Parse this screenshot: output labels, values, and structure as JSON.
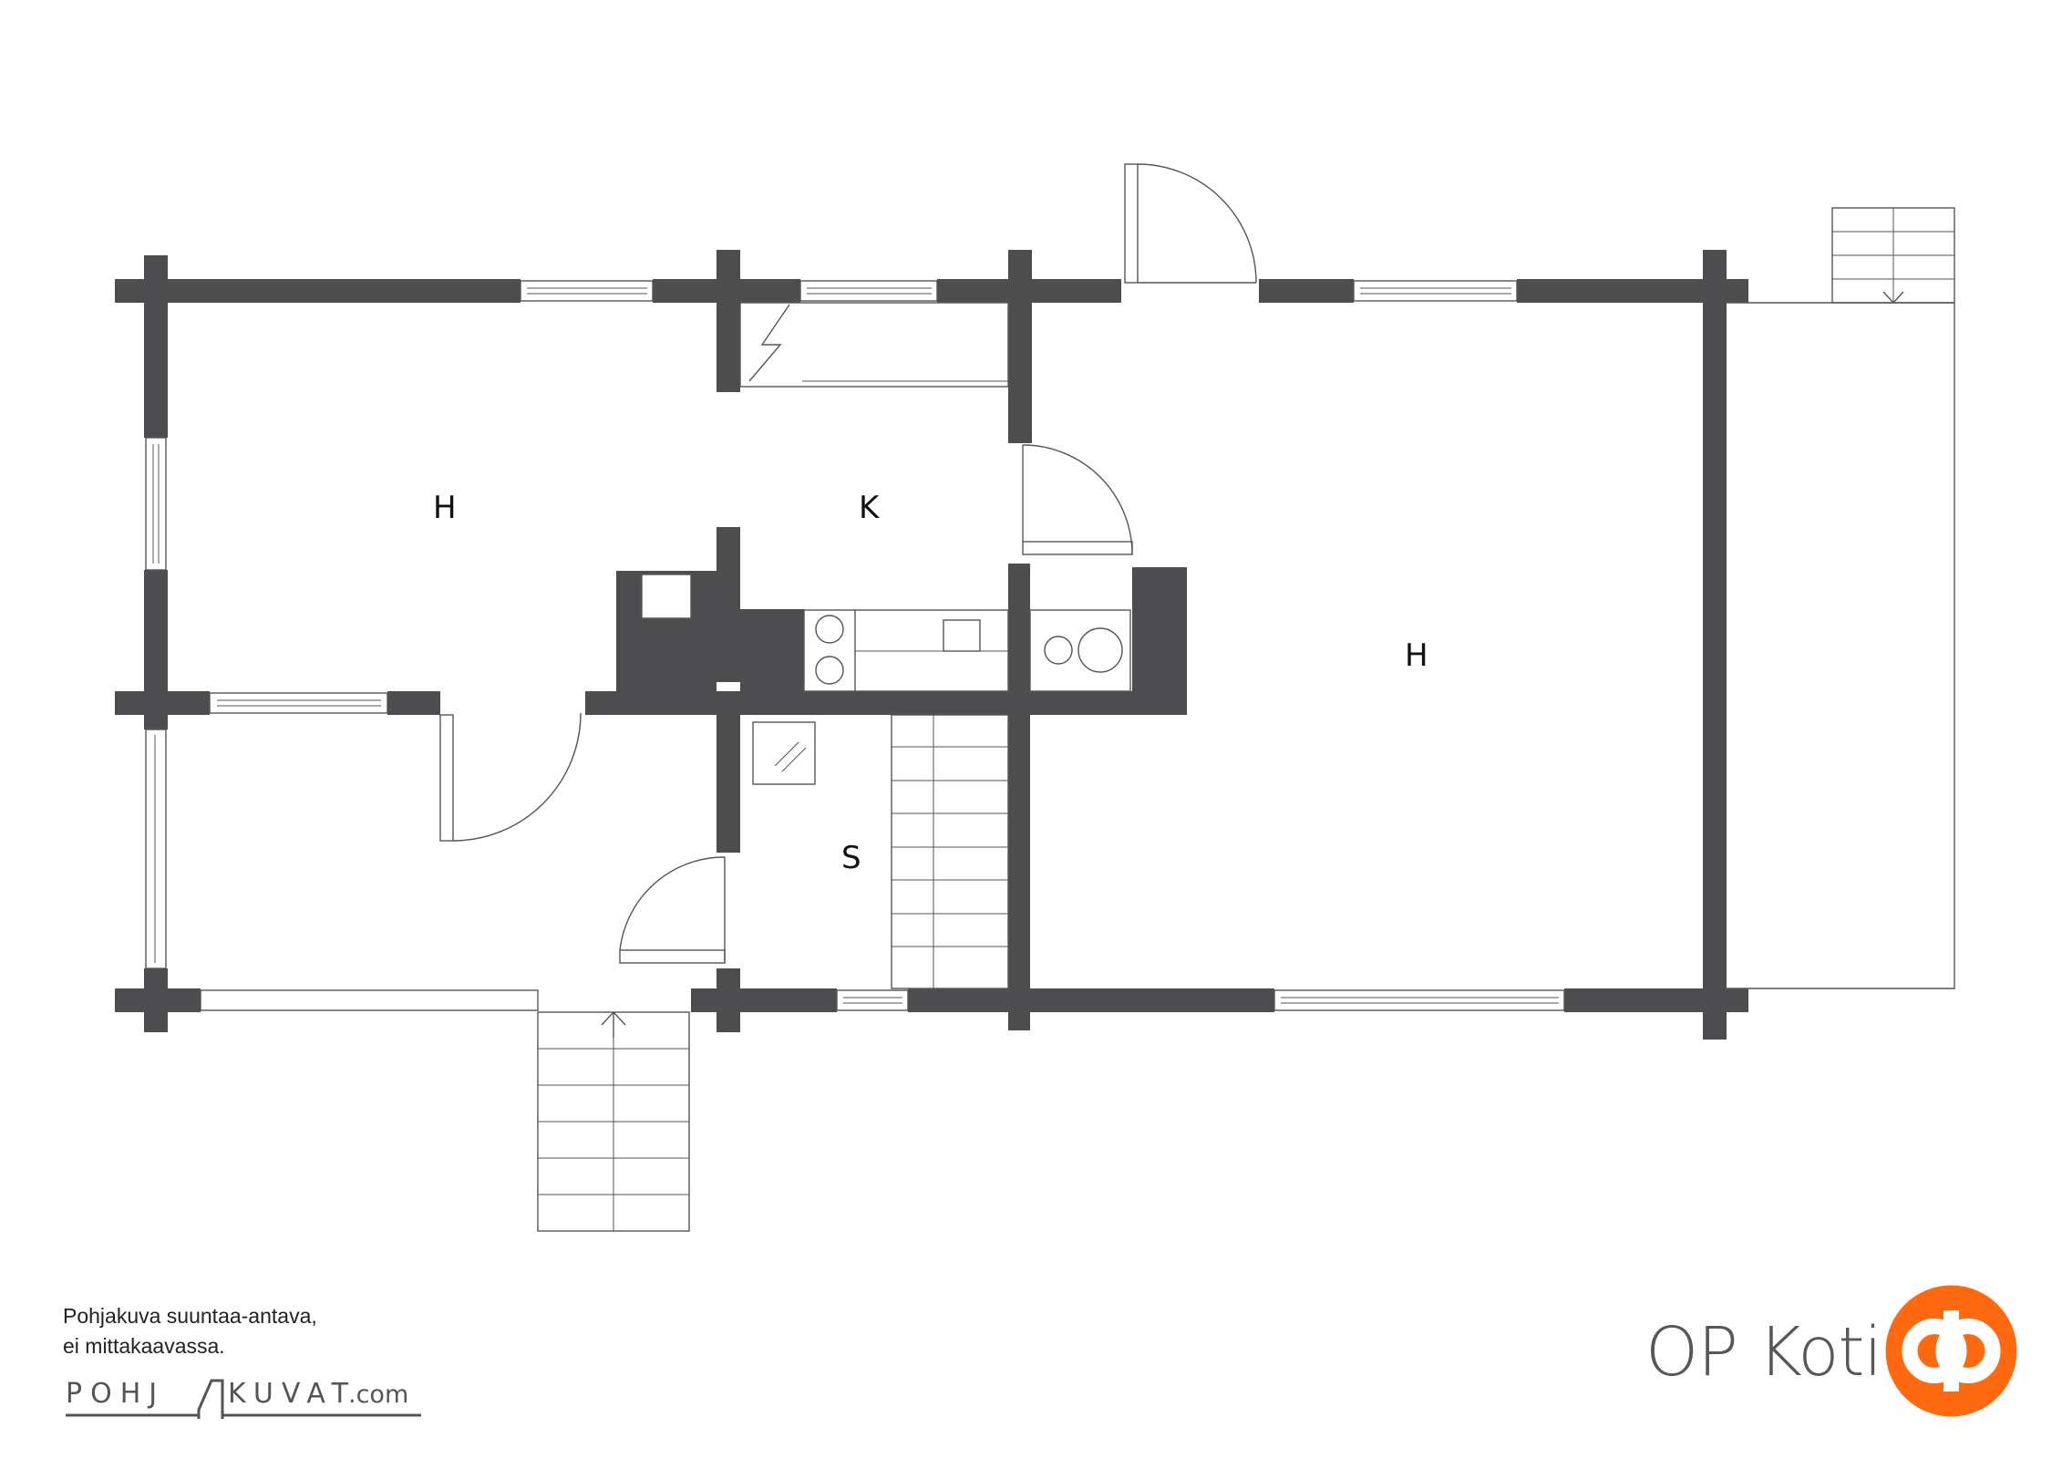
{
  "rooms": [
    {
      "id": "living-left",
      "label": "H"
    },
    {
      "id": "kitchen",
      "label": "K"
    },
    {
      "id": "bedroom-right",
      "label": "H"
    },
    {
      "id": "sauna",
      "label": "S"
    }
  ],
  "disclaimer": {
    "line1": "Pohjakuva suuntaa-antava,",
    "line2": "ei mittakaavassa."
  },
  "pohjakuvat_logo": {
    "part1": "POHJ",
    "part2": "KUVAT",
    "domain": ".com"
  },
  "brand": {
    "wordmark": "OP Koti",
    "symbol_color": "#ff6a10"
  },
  "colors": {
    "wall": "#4d4d4f",
    "line": "#555557"
  }
}
